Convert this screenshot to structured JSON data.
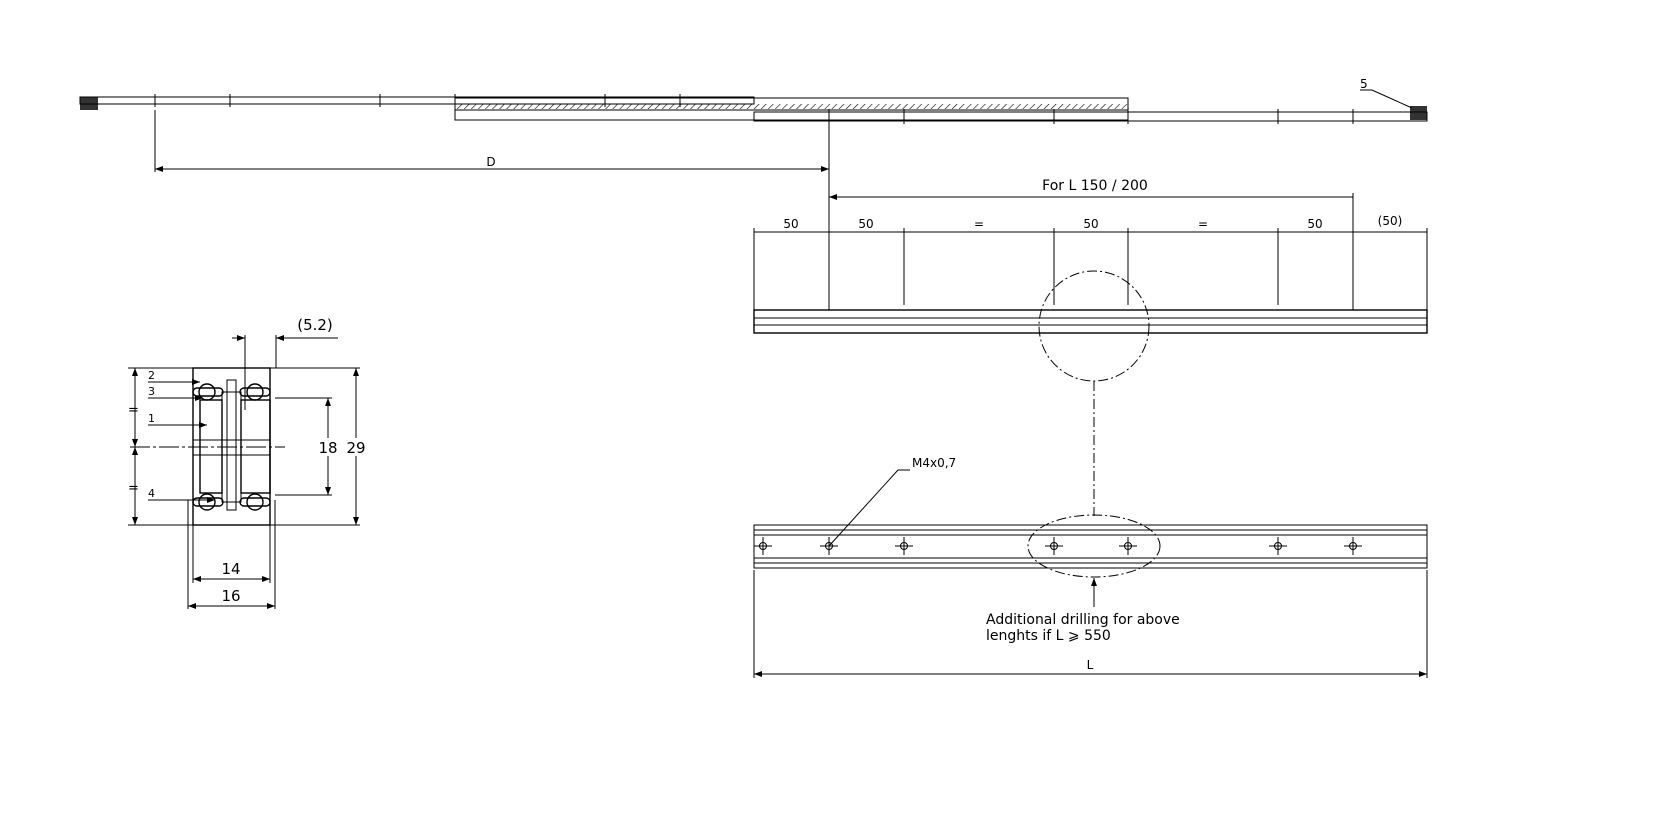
{
  "top_view": {
    "dim_D": "D",
    "item_5": "5"
  },
  "middle_view": {
    "range_label": "For L 150 / 200",
    "spacings": [
      "50",
      "50",
      "=",
      "50",
      "=",
      "50",
      "(50)"
    ]
  },
  "bottom_view": {
    "thread_label": "M4x0,7",
    "note_line1": "Additional drilling for above",
    "note_line2": "lenghts if L ⩾ 550",
    "dim_L": "L"
  },
  "cross_section": {
    "dim_offset": "(5.2)",
    "dim_inner_height": "18",
    "dim_height": "29",
    "dim_inner_width": "14",
    "dim_width": "16",
    "equal_top": "=",
    "equal_bottom": "=",
    "item_2": "2",
    "item_3": "3",
    "item_1": "1",
    "item_4": "4"
  },
  "colors": {
    "line": "#000000",
    "background": "#ffffff"
  }
}
